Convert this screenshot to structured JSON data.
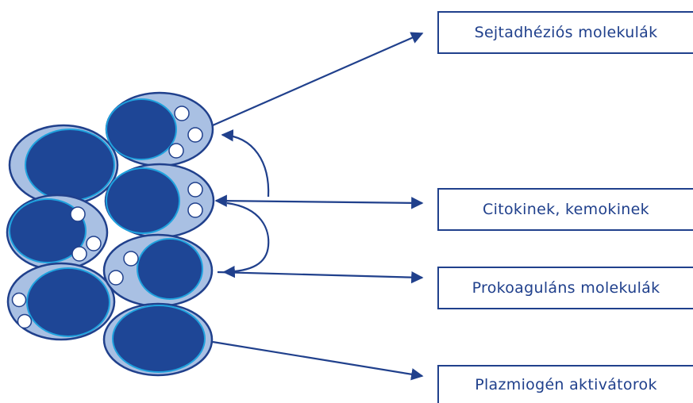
{
  "labels": {
    "adhesion": "Sejtadhéziós molekulák",
    "cytokines": "Citokinek, kemokinek",
    "procoagulant": "Prokoaguláns molekulák",
    "plasminogen": "Plazmiogén aktivátorok"
  },
  "colors": {
    "cell_outer": "#a9c0e3",
    "cell_border": "#20408c",
    "nucleus": "#1e4696",
    "nucleus_ring": "#1fa2de",
    "vesicle": "#ffffff",
    "arrow": "#20408c",
    "label_text": "#20408c"
  }
}
